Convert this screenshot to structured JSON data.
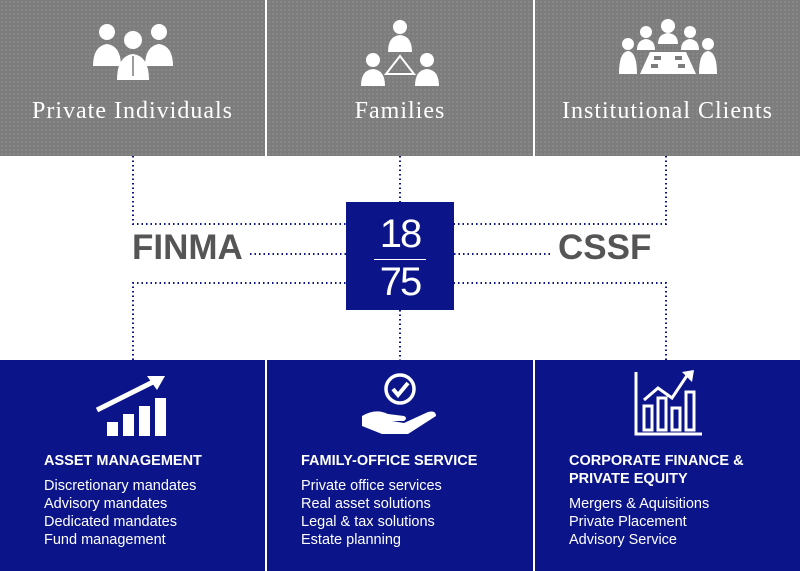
{
  "clients": [
    {
      "label": "Private Individuals",
      "icon": "group-of-people-icon"
    },
    {
      "label": "Families",
      "icon": "family-network-icon"
    },
    {
      "label": "Institutional Clients",
      "icon": "boardroom-meeting-icon"
    }
  ],
  "regulators": {
    "left": "FINMA",
    "right": "CSSF"
  },
  "logo": {
    "top": "18",
    "bottom": "75"
  },
  "services": [
    {
      "title": "ASSET MANAGEMENT",
      "icon": "growth-bar-chart-icon",
      "items": [
        "Discretionary mandates",
        "Advisory mandates",
        "Dedicated mandates",
        "Fund management"
      ]
    },
    {
      "title": "FAMILY-OFFICE SERVICE",
      "icon": "hand-with-checkmark-icon",
      "items": [
        "Private office services",
        "Real asset solutions",
        "Legal & tax solutions",
        "Estate planning"
      ]
    },
    {
      "title": "CORPORATE FINANCE & PRIVATE EQUITY",
      "icon": "finance-chart-icon",
      "items": [
        "Mergers & Aquisitions",
        "Private Placement",
        "Advisory Service"
      ]
    }
  ],
  "colors": {
    "navy": "#0b1589",
    "grey": "#7d7d7d",
    "regulator_text": "#555555",
    "dot_line": "#0b1589"
  }
}
